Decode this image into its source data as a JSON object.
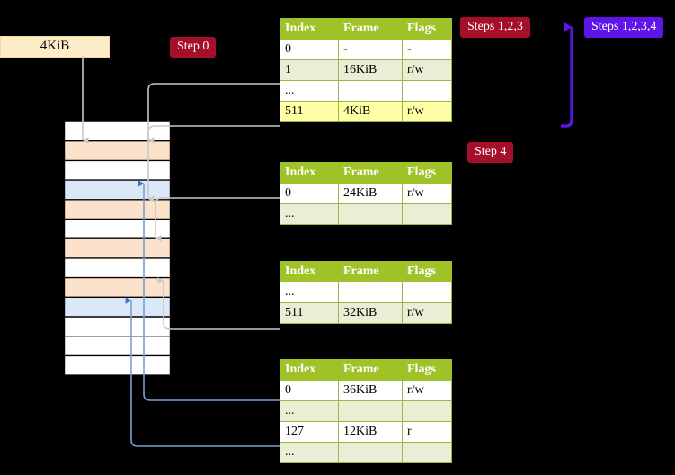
{
  "diagram": {
    "title_labels": {
      "step0": "Step 0",
      "steps123": "Steps 1,2,3",
      "steps1234": "Steps 1,2,3,4",
      "step4": "Step 4"
    },
    "colors": {
      "badge_red": "#a50f2b",
      "badge_violet": "#5f14e8",
      "table_header": "#9ec227",
      "table_alt_row": "#e9eed4",
      "table_highlight_row": "#ffffa8",
      "frame_box": "#fdecc8",
      "mem_orange": "#fde2cb",
      "mem_blue": "#dbe8f7",
      "wire_gray": "#c8c8c8",
      "wire_blue": "#7b9fd0"
    },
    "frame_box": {
      "label": "4KiB"
    },
    "columns": [
      "Index",
      "Frame",
      "Flags"
    ],
    "tables": [
      {
        "name": "pml4-table",
        "rows": [
          {
            "index": "0",
            "frame": "-",
            "flags": "-",
            "style": "plain"
          },
          {
            "index": "1",
            "frame": "16KiB",
            "flags": "r/w",
            "style": "alt"
          },
          {
            "index": "...",
            "frame": "",
            "flags": "",
            "style": "plain"
          },
          {
            "index": "511",
            "frame": "4KiB",
            "flags": "r/w",
            "style": "hl"
          }
        ]
      },
      {
        "name": "pdp-table",
        "rows": [
          {
            "index": "0",
            "frame": "24KiB",
            "flags": "r/w",
            "style": "plain"
          },
          {
            "index": "...",
            "frame": "",
            "flags": "",
            "style": "alt"
          }
        ]
      },
      {
        "name": "pd-table",
        "rows": [
          {
            "index": "...",
            "frame": "",
            "flags": "",
            "style": "plain"
          },
          {
            "index": "511",
            "frame": "32KiB",
            "flags": "r/w",
            "style": "alt"
          }
        ]
      },
      {
        "name": "pt-table",
        "rows": [
          {
            "index": "0",
            "frame": "36KiB",
            "flags": "r/w",
            "style": "plain"
          },
          {
            "index": "...",
            "frame": "",
            "flags": "",
            "style": "alt"
          },
          {
            "index": "127",
            "frame": "12KiB",
            "flags": "r",
            "style": "plain"
          },
          {
            "index": "...",
            "frame": "",
            "flags": "",
            "style": "alt"
          }
        ]
      }
    ],
    "memory_column": {
      "rows": [
        {
          "fill": "white"
        },
        {
          "fill": "orange"
        },
        {
          "fill": "white"
        },
        {
          "fill": "blue"
        },
        {
          "fill": "orange"
        },
        {
          "fill": "white"
        },
        {
          "fill": "orange"
        },
        {
          "fill": "white"
        },
        {
          "fill": "orange"
        },
        {
          "fill": "blue"
        },
        {
          "fill": "white"
        },
        {
          "fill": "white"
        },
        {
          "fill": "white"
        }
      ]
    }
  }
}
